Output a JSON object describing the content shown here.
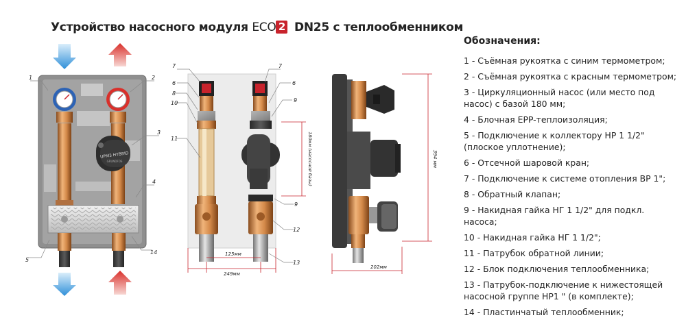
{
  "title": {
    "prefix": "Устройство насосного модуля",
    "brand": "ECO",
    "brand_num": "2",
    "suffix": "DN25 с теплообменником"
  },
  "pump_label": "UPM3 HYBRID",
  "pump_brand": "GRUNDFOS",
  "callouts": [
    "1",
    "2",
    "3",
    "4",
    "5",
    "14",
    "7",
    "6",
    "8",
    "10",
    "11",
    "9",
    "12",
    "13"
  ],
  "dimensions": {
    "width_inner": "125мм",
    "width_outer": "249мм",
    "height_pump": "180мм (насосной базы)",
    "depth": "202мм",
    "height_total": "394 мм"
  },
  "legend": {
    "heading": "Обозначения:",
    "items": [
      "1 - Съёмная рукоятка с синим термометром;",
      "2 - Съёмная рукоятка с красным термометром;",
      "3 - Циркуляционный насос (или место под насос) с базой 180 мм;",
      "4 - Блочная EPP-теплоизоляция;",
      "5 - Подключение к коллектору НР 1 1/2\" (плоское уплотнение);",
      "6 - Отсечной шаровой кран;",
      "7 - Подключение к системе отопления ВР 1\";",
      "8 - Обратный клапан;",
      "9 - Накидная гайка НГ 1 1/2\" для подкл. насоса;",
      "10 - Накидная гайка НГ 1 1/2\";",
      "11 - Патрубок обратной линии;",
      "12 - Блок подключения теплообменника;",
      "13 - Патрубок-подключение к нижестоящей насосной группе НР1 \" (в комплекте);",
      "14 - Пластинчатый теплообменник;"
    ]
  },
  "colors": {
    "blue_arrow": "#2f8fd8",
    "red_arrow": "#d9302b",
    "brass": "#c7834a",
    "insulation": "#9a9a9a",
    "dim_red": "#c8232c"
  }
}
